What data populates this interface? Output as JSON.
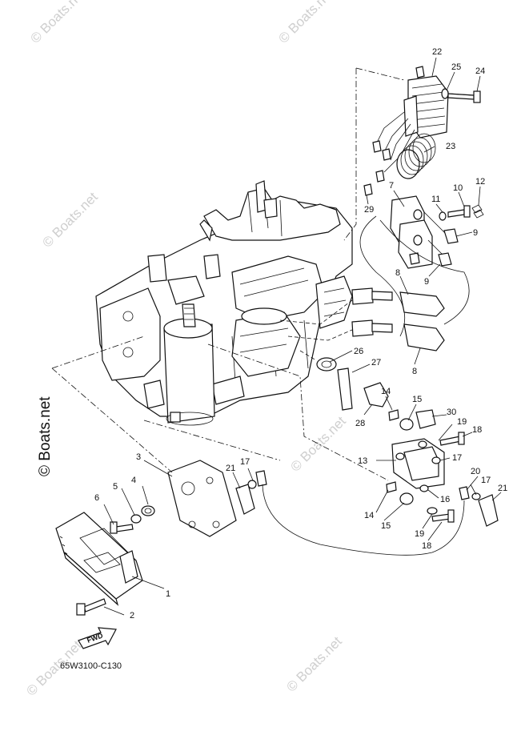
{
  "diagram_code": "65W3100-C130",
  "fwd_label": "FWD",
  "watermark_text": "© Boats.net",
  "part_labels": [
    "1",
    "2",
    "3",
    "4",
    "5",
    "6",
    "7",
    "8",
    "9",
    "10",
    "11",
    "12",
    "13",
    "14",
    "15",
    "16",
    "17",
    "18",
    "19",
    "20",
    "21",
    "22",
    "23",
    "24",
    "25",
    "26",
    "27",
    "28",
    "29",
    "30"
  ]
}
